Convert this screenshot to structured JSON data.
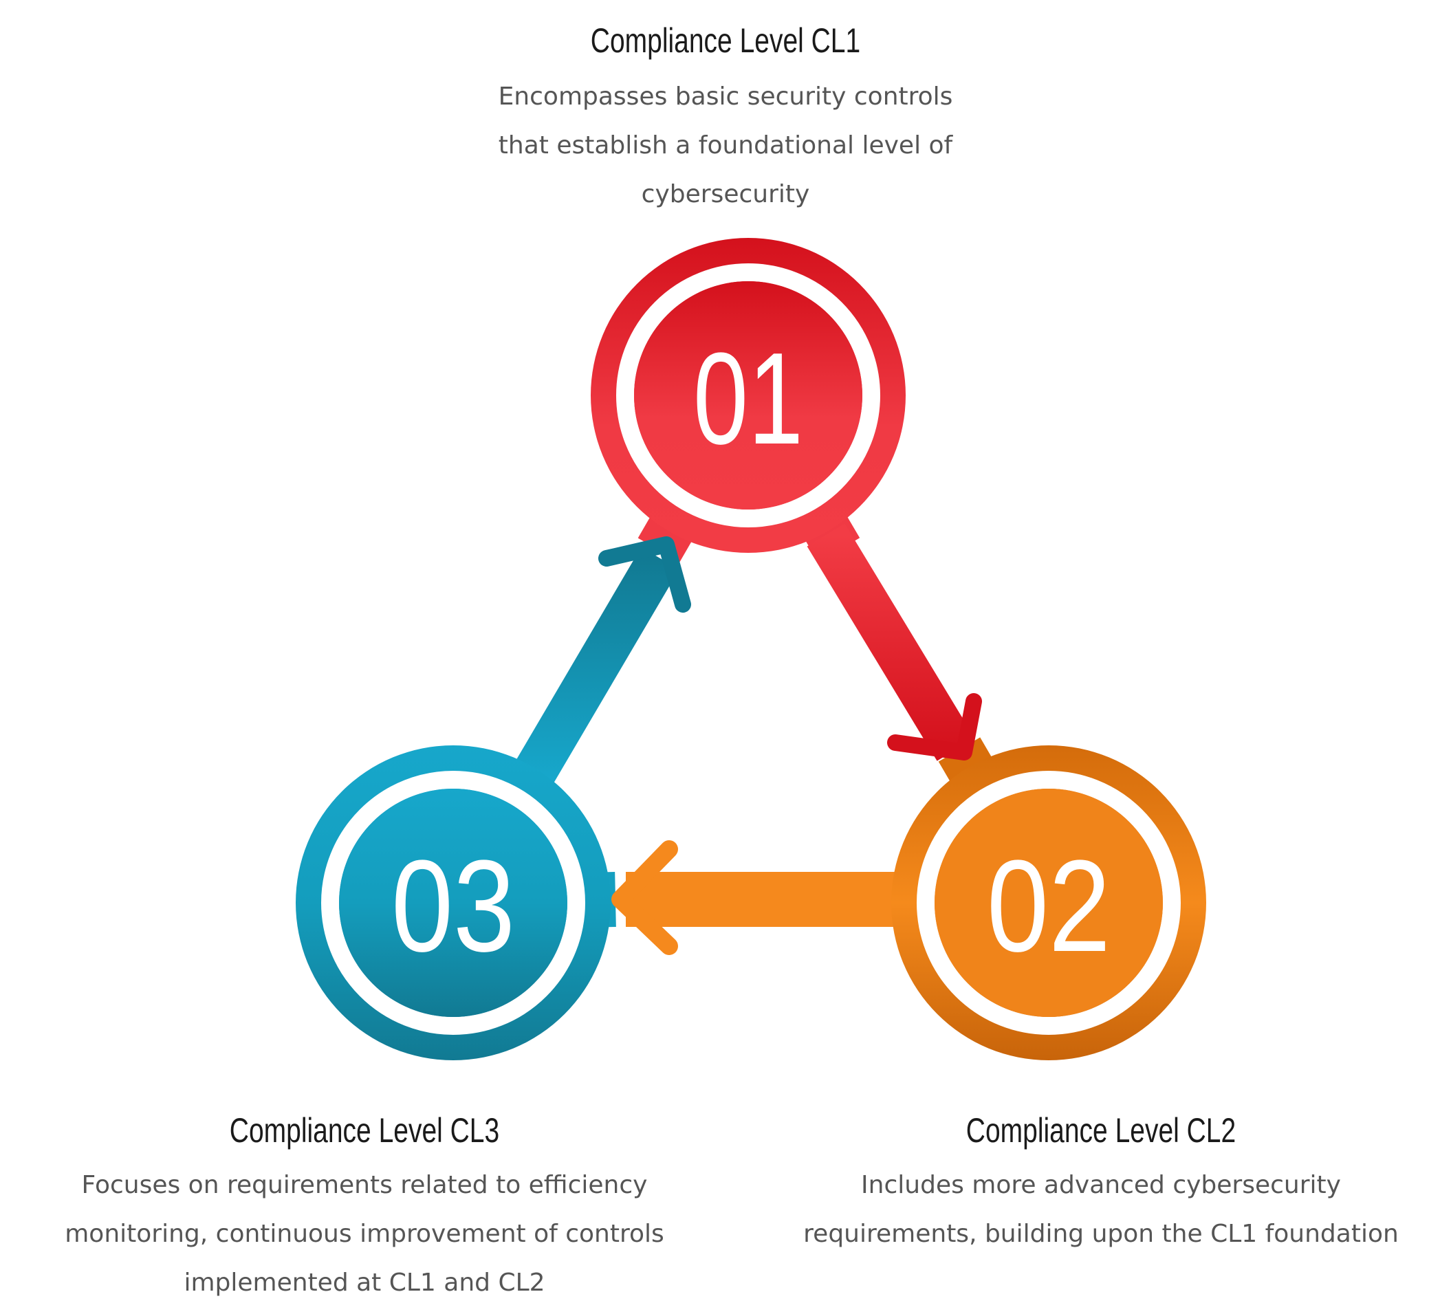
{
  "steps": [
    {
      "number": "01",
      "title": "Compliance Level CL1",
      "description": [
        "Encompasses basic security controls",
        "that establish a foundational level of",
        "cybersecurity"
      ],
      "color": "#e8313b"
    },
    {
      "number": "02",
      "title": "Compliance Level CL2",
      "description": [
        "Includes more advanced cybersecurity",
        "requirements, building upon the CL1 foundation"
      ],
      "color": "#f5891d"
    },
    {
      "number": "03",
      "title": "Compliance Level CL3",
      "description": [
        "Focuses on requirements related to efficiency",
        "monitoring, continuous improvement of controls",
        "implemented at CL1 and CL2"
      ],
      "color": "#159fc0"
    }
  ]
}
